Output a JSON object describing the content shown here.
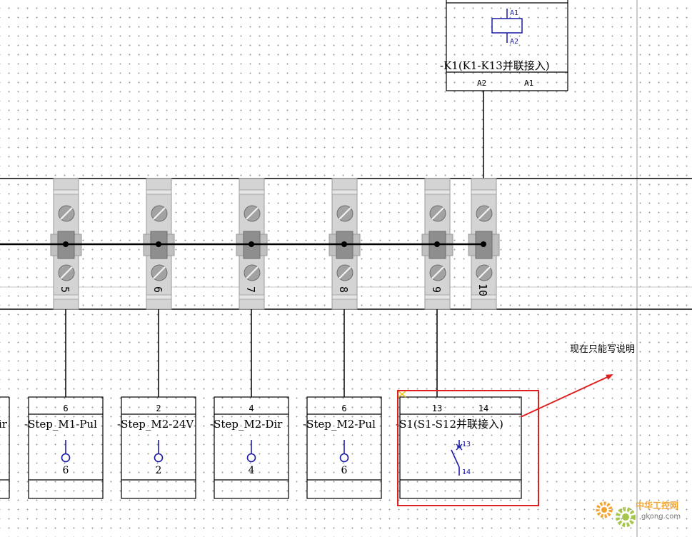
{
  "relay": {
    "coil_pin_top": "A1",
    "coil_pin_bottom": "A2",
    "label": "-K1(K1-K13并联接入)",
    "terminal_left": "A2",
    "terminal_right": "A1"
  },
  "terminals": [
    {
      "number": "5"
    },
    {
      "number": "6"
    },
    {
      "number": "7"
    },
    {
      "number": "8"
    },
    {
      "number": "9"
    },
    {
      "number": "10"
    }
  ],
  "devices": [
    {
      "top_pin": "",
      "label": "ir",
      "bottom_pin": ""
    },
    {
      "top_pin": "6",
      "label": "-Step_M1-Pul",
      "bottom_pin": "6"
    },
    {
      "top_pin": "2",
      "label": "-Step_M2-24V",
      "bottom_pin": "2"
    },
    {
      "top_pin": "4",
      "label": "-Step_M2-Dir",
      "bottom_pin": "4"
    },
    {
      "top_pin": "6",
      "label": "-Step_M2-Pul",
      "bottom_pin": "6"
    }
  ],
  "switch": {
    "pin_left": "13",
    "pin_right": "14",
    "label": "-S1(S1-S12并联接入)",
    "contact_top": "13",
    "contact_bottom": "14"
  },
  "annotation": {
    "text": "现在只能写说明",
    "color": "#e02020"
  },
  "watermark": {
    "name": "中华工控网",
    "url": "gkong.com"
  },
  "colors": {
    "symbol_blue": "#1a1aa8",
    "highlight_red": "#e02020",
    "terminal_gray": "#d4d4d4",
    "watermark_orange": "#f39a1a"
  }
}
